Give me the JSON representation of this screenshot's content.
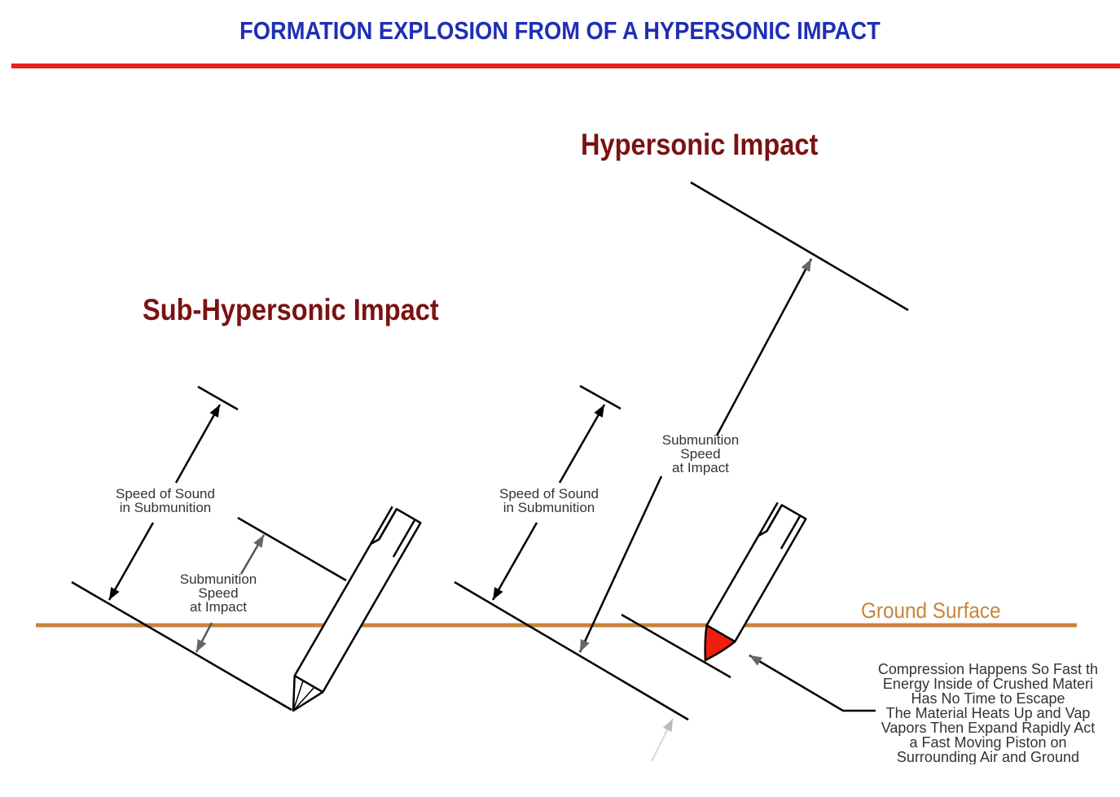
{
  "title": "FORMATION EXPLOSION FROM OF A HYPERSONIC IMPACT",
  "sub_hypersonic": {
    "heading": "Sub-Hypersonic Impact",
    "speed_of_sound_label": [
      "Speed of Sound",
      "in Submunition"
    ],
    "impact_speed_label": [
      "Submunition",
      "Speed",
      "at Impact"
    ]
  },
  "hypersonic": {
    "heading": "Hypersonic Impact",
    "speed_of_sound_label": [
      "Speed of Sound",
      "in Submunition"
    ],
    "impact_speed_label": [
      "Submunition",
      "Speed",
      "at Impact"
    ]
  },
  "ground_label": "Ground Surface",
  "note_lines": [
    "Compression Happens So Fast th",
    "Energy Inside of Crushed Materi",
    "Has No Time to Escape",
    "The Material Heats Up and Vap",
    "Vapors Then Expand Rapidly Act",
    "a Fast Moving Piston on",
    "Surrounding Air and Ground"
  ],
  "colors": {
    "title": "#1f2fb4",
    "rule": "#e8231b",
    "heading": "#7a1212",
    "ground": "#c8843c",
    "hot_tip": "#f01e10"
  }
}
